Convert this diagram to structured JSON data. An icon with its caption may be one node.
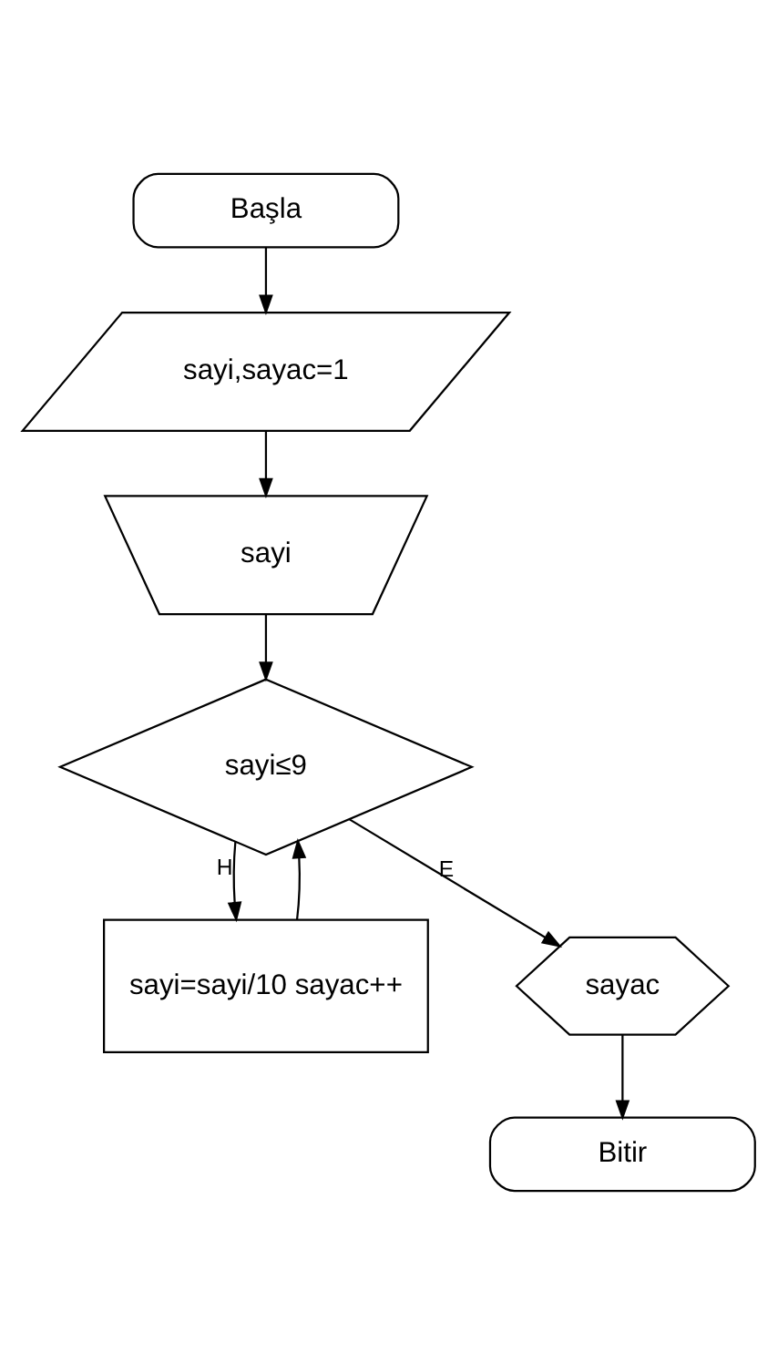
{
  "diagram": {
    "nodes": [
      {
        "text": [
          "Başla"
        ]
      },
      {
        "text": [
          "sayi,sayac=1"
        ]
      },
      {
        "text": [
          "sayi"
        ]
      },
      {
        "text": [
          "sayi≤9"
        ]
      },
      {
        "text": [
          "sayi=sayi/10 sayac++"
        ]
      },
      {
        "text": [
          "sayac"
        ]
      },
      {
        "text": [
          "Bitir"
        ]
      }
    ],
    "edges": [
      {
        "from": 0,
        "to": 1,
        "arrow": "to"
      },
      {
        "from": 1,
        "to": 2,
        "arrow": "to"
      },
      {
        "from": 2,
        "to": 3,
        "arrow": "to"
      },
      {
        "from": 3,
        "to": 4,
        "arrow": "to",
        "label": "H"
      },
      {
        "from": 4,
        "to": 3,
        "arrow": "to"
      },
      {
        "from": 3,
        "to": 5,
        "arrow": "to",
        "label": "E"
      },
      {
        "from": 5,
        "to": 6,
        "arrow": "to"
      }
    ]
  }
}
